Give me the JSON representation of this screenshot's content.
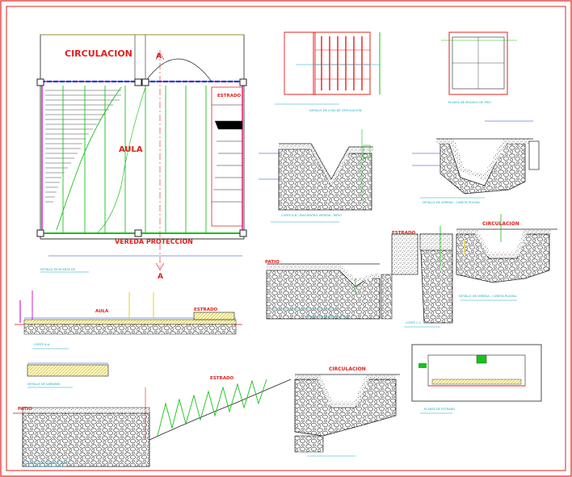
{
  "labels": {
    "circulacion_top": "CIRCULACION",
    "aula_plan": "AULA",
    "estrado_plan": "ESTRADO",
    "vereda": "VEREDA PROTECCION",
    "marker_a_top": "A",
    "marker_a_bottom": "A",
    "aula_section": "AULA",
    "estrado_section": "ESTRADO",
    "patio_mid": "PATIO",
    "estrado_mid": "ESTRADO",
    "circulacion_right": "CIRCULACION",
    "estrado_bottom": "ESTRADO",
    "circulacion_bottom": "CIRCULACION",
    "patio_bottom": "PATIO"
  },
  "captions": {
    "plan": "DETALLE EN PLANTA DE",
    "corte_bb": "CORTE B-B / ENCUENTRO VEREDA - PATIO",
    "corte_aa": "CORTE A-A",
    "losa_det": "DETALLE DE LOSA DE CIRCULACION",
    "corte_cc": "CORTE C-C",
    "vereda_det": "DETALLE DE VEREDA - CUNETA PLUVIAL",
    "planta_modulo": "PLANTA DE MODULO DE PISO",
    "planta_estrado": "PLANTA DE ESTRADO",
    "vereda_det2": "DETALLE DE VEREDA - CUNETA PLUVIAL",
    "sardinel": "DETALLE DE SARDINEL",
    "rampa": "DETALLE DE RAMPA DE PATIO",
    "modulo_det": "DETALLE DE MODULO DE PISO"
  },
  "colors": {
    "frame": "#e0201b",
    "line_blue": "#1b3fd6",
    "line_green": "#18c21b",
    "line_magenta": "#d21fd2",
    "line_cyan": "#14a7c7",
    "line_red": "#e0201b",
    "line_yellow": "#e9d21a",
    "ink": "#1a1a1a"
  }
}
